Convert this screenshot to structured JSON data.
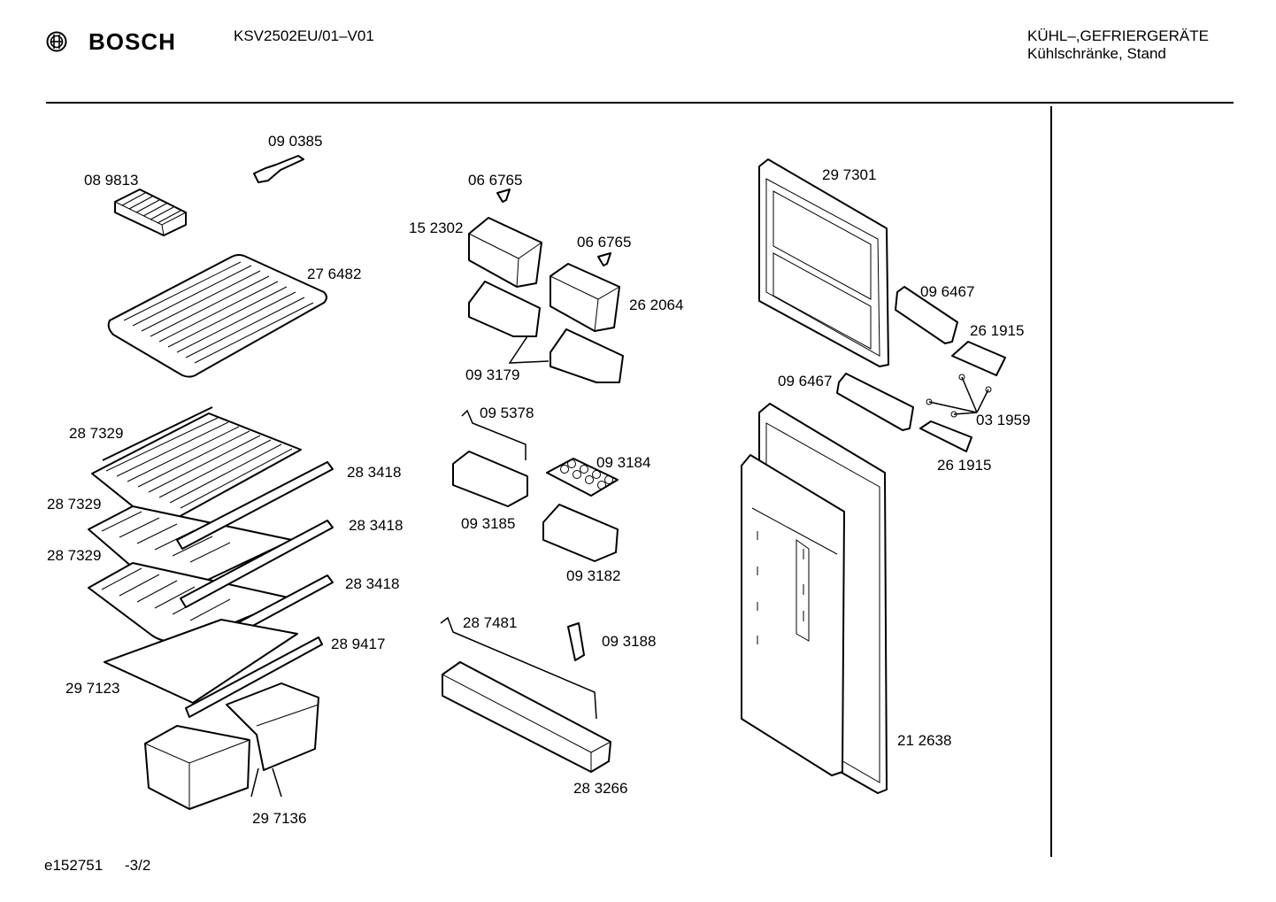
{
  "header": {
    "brand": "BOSCH",
    "model": "KSV2502EU/01–V01",
    "category": "KÜHL–,GEFRIERGERÄTE",
    "subcategory": "Kühlschränke, Stand"
  },
  "footer": {
    "drawing_id": "e152751",
    "page": "-3/2"
  },
  "parts": [
    {
      "number": "09 0385"
    },
    {
      "number": "08 9813"
    },
    {
      "number": "27 6482"
    },
    {
      "number": "28 7329"
    },
    {
      "number": "28 7329"
    },
    {
      "number": "28 7329"
    },
    {
      "number": "28 3418"
    },
    {
      "number": "28 3418"
    },
    {
      "number": "28 3418"
    },
    {
      "number": "28 9417"
    },
    {
      "number": "29 7123"
    },
    {
      "number": "29 7136"
    },
    {
      "number": "06 6765"
    },
    {
      "number": "15 2302"
    },
    {
      "number": "06 6765"
    },
    {
      "number": "26 2064"
    },
    {
      "number": "09 3179"
    },
    {
      "number": "09 5378"
    },
    {
      "number": "09 3184"
    },
    {
      "number": "09 3185"
    },
    {
      "number": "09 3182"
    },
    {
      "number": "28 7481"
    },
    {
      "number": "09 3188"
    },
    {
      "number": "28 3266"
    },
    {
      "number": "29 7301"
    },
    {
      "number": "09 6467"
    },
    {
      "number": "26 1915"
    },
    {
      "number": "09 6467"
    },
    {
      "number": "03 1959"
    },
    {
      "number": "26 1915"
    },
    {
      "number": "21 2638"
    }
  ]
}
